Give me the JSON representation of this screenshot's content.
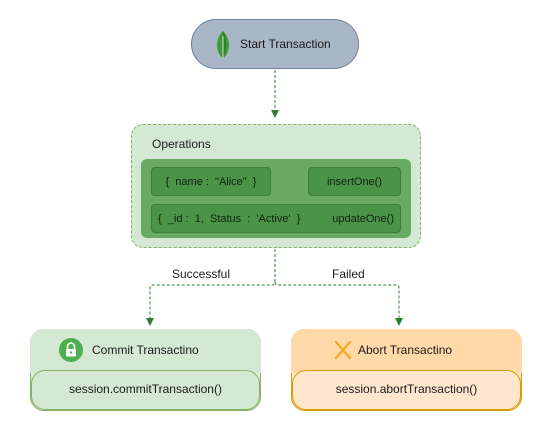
{
  "start": {
    "label": "Start Transaction",
    "icon": "leaf-icon"
  },
  "operations": {
    "title": "Operations",
    "doc1": "{  name :  \"Alice\"  }",
    "op1": "insertOne()",
    "doc2": "{  _id :  1,  Status  :  'Active'  }",
    "op2": "updateOne()"
  },
  "edges": {
    "success": "Successful",
    "failed": "Failed"
  },
  "commit": {
    "title": "Commit Transactino",
    "code": "session.commitTransaction()",
    "icon": "lock-icon"
  },
  "abort": {
    "title": "Abort Transactino",
    "code": "session.abortTransaction()",
    "icon": "x-icon"
  },
  "colors": {
    "wire": "#2e7d32",
    "commit_fill": "#d5e8d4",
    "commit_border": "#82b366",
    "abort_fill": "#ffe6cc",
    "abort_border": "#d79b00",
    "start_fill": "#a9b6c5"
  }
}
